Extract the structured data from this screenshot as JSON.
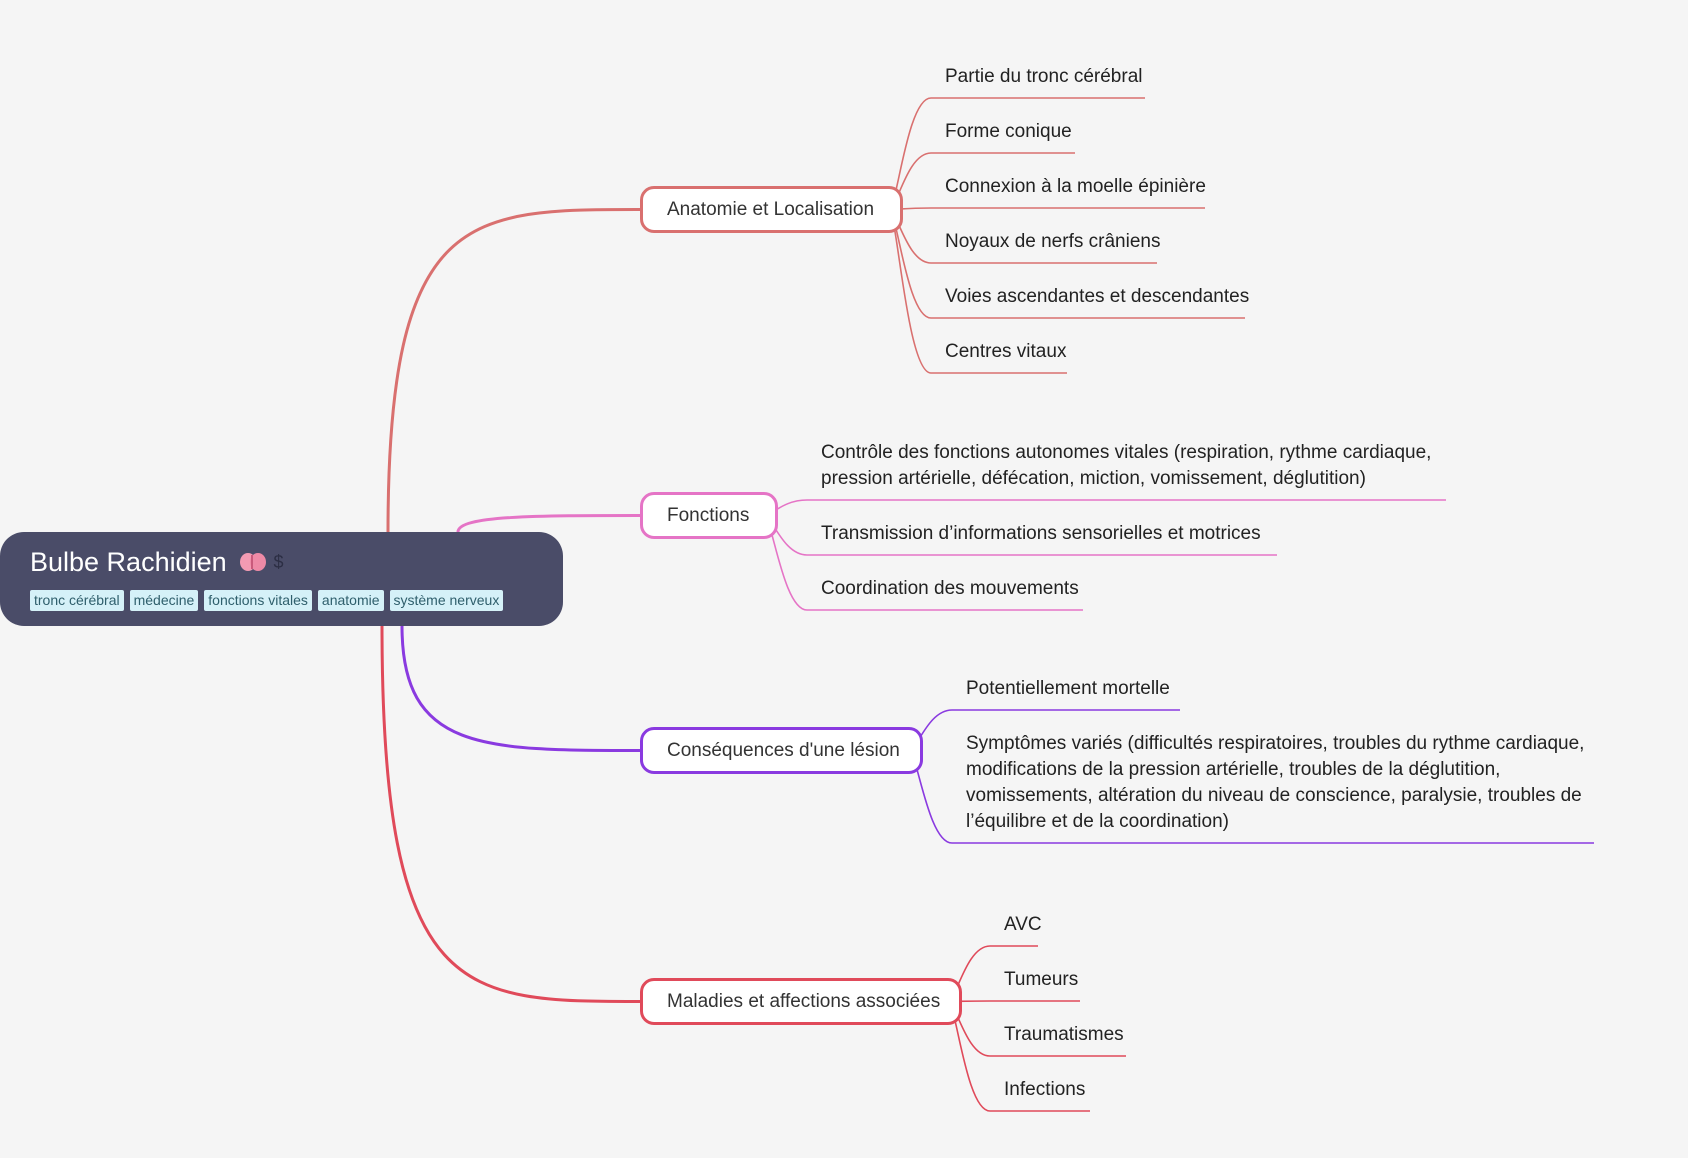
{
  "root": {
    "title": "Bulbe Rachidien",
    "tags": [
      "tronc cérébral",
      "médecine",
      "fonctions vitales",
      "anatomie",
      "système nerveux"
    ],
    "icons": [
      "brain-icon",
      "dollar-icon"
    ],
    "background": "#4a4c68",
    "tag_background": "#d5f1f8"
  },
  "branches": [
    {
      "label": "Anatomie et Localisation",
      "color": "#d9706f",
      "children": [
        "Partie du tronc cérébral",
        "Forme conique",
        "Connexion à la moelle épinière",
        "Noyaux de nerfs crâniens",
        "Voies ascendantes et descendantes",
        "Centres vitaux"
      ]
    },
    {
      "label": "Fonctions",
      "color": "#e574c6",
      "children": [
        [
          "Contrôle des fonctions autonomes vitales (respiration, rythme cardiaque,",
          "pression artérielle, défécation, miction, vomissement, déglutition)"
        ],
        "Transmission d’informations sensorielles et motrices",
        "Coordination des mouvements"
      ]
    },
    {
      "label": "Conséquences d'une lésion",
      "color": "#8a3ae0",
      "children": [
        "Potentiellement mortelle",
        [
          "Symptômes variés (difficultés respiratoires, troubles du rythme cardiaque,",
          "modifications de la pression artérielle, troubles de la déglutition,",
          "vomissements, altération du niveau de conscience, paralysie, troubles de",
          "l’équilibre et de la coordination)"
        ]
      ]
    },
    {
      "label": "Maladies et affections associées",
      "color": "#e04a5a",
      "children": [
        "AVC",
        "Tumeurs",
        "Traumatismes",
        "Infections"
      ]
    }
  ]
}
